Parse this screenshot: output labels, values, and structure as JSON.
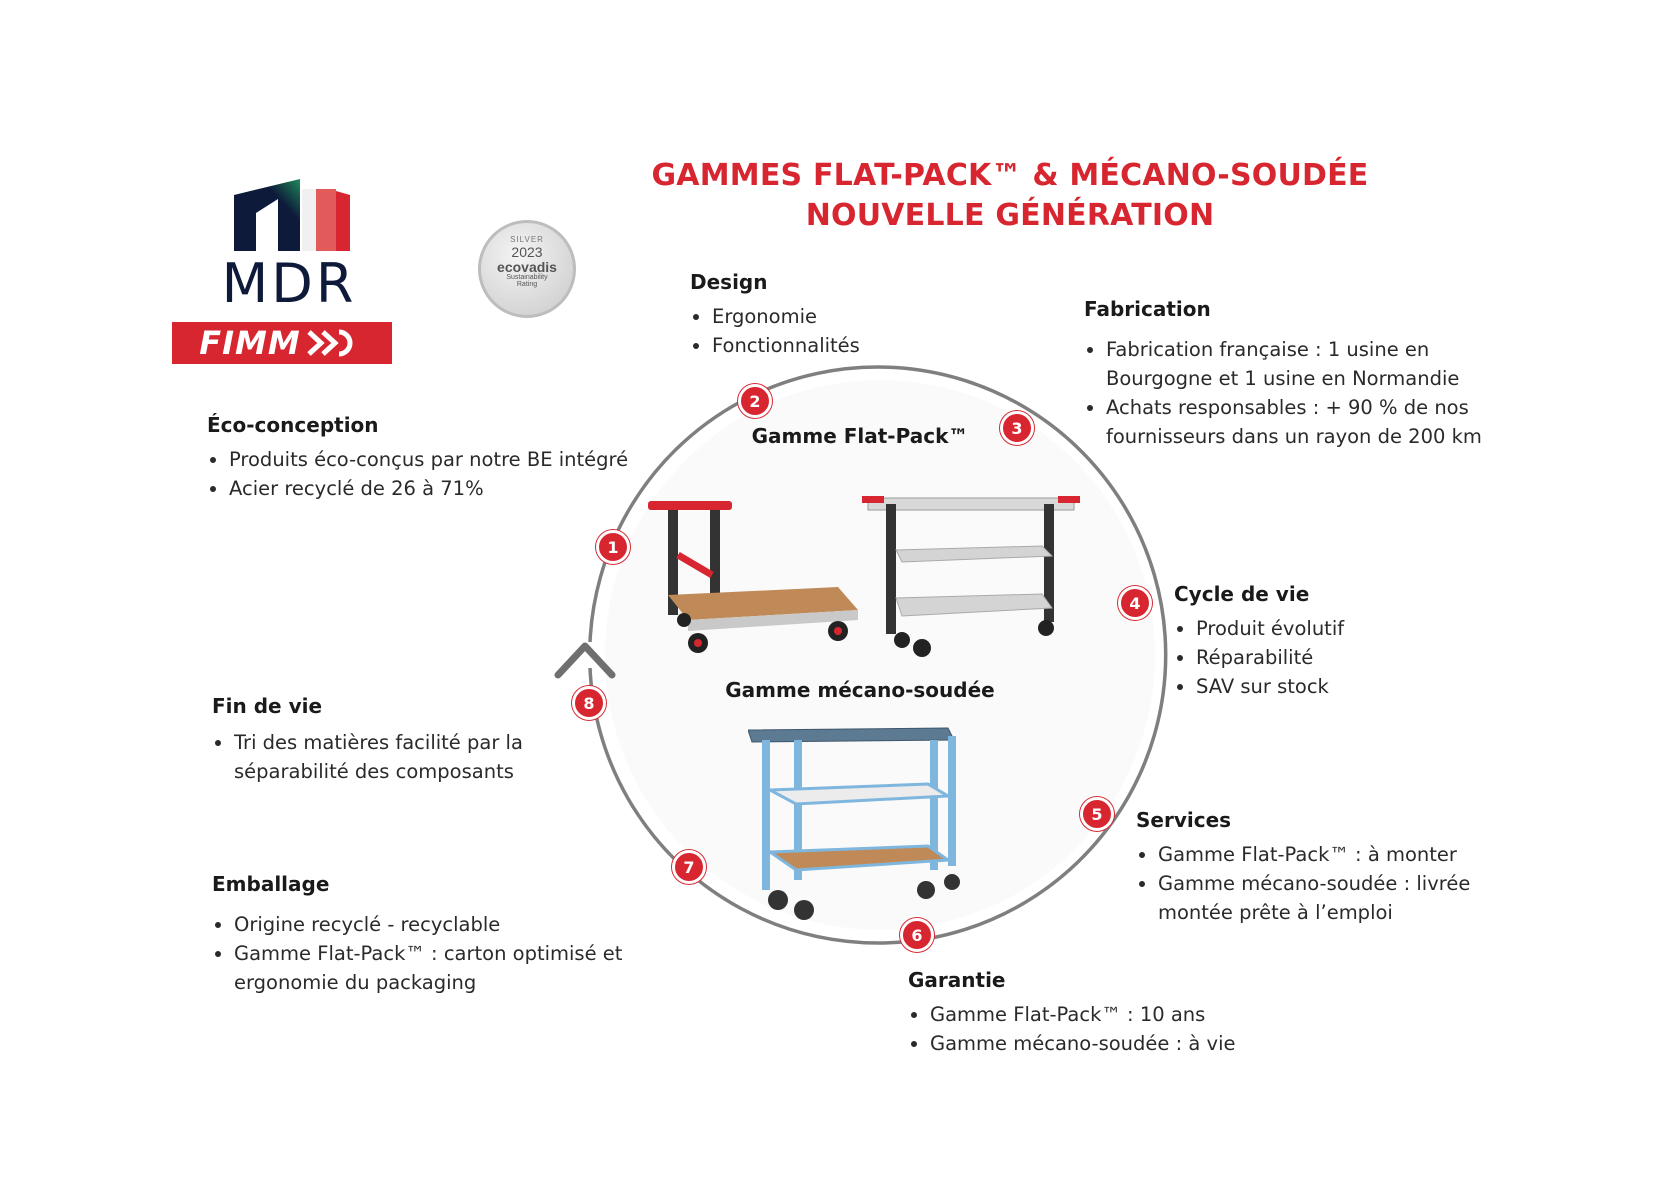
{
  "logo": {
    "brand": "MDR",
    "sub": "FIMM"
  },
  "badge": {
    "tier": "SILVER",
    "year": "2023",
    "name": "ecovadis",
    "line1": "Sustainability",
    "line2": "Rating"
  },
  "title": {
    "line1": "GAMMES FLAT-PACK™ & MÉCANO-SOUDÉE",
    "line2": "NOUVELLE GÉNÉRATION"
  },
  "gamme_flat": "Gamme Flat-Pack™",
  "gamme_meca": "Gamme mécano-soudée",
  "steps": [
    "1",
    "2",
    "3",
    "4",
    "5",
    "6",
    "7",
    "8"
  ],
  "sections": {
    "design": {
      "title": "Design",
      "items": [
        "Ergonomie",
        "Fonctionnalités"
      ]
    },
    "fabrication": {
      "title": "Fabrication",
      "items": [
        "Fabrication française : 1 usine en Bourgogne et 1 usine en Normandie",
        "Achats responsables : + 90 % de nos fournisseurs dans un rayon de 200 km"
      ]
    },
    "eco": {
      "title": "Éco-conception",
      "items": [
        "Produits éco-conçus par notre BE intégré",
        "Acier recyclé de 26 à 71%"
      ]
    },
    "cycle": {
      "title": "Cycle de vie",
      "items": [
        "Produit évolutif",
        "Réparabilité",
        "SAV sur stock"
      ]
    },
    "fin": {
      "title": "Fin de vie",
      "items": [
        "Tri des matières facilité par la séparabilité des composants"
      ]
    },
    "services": {
      "title": "Services",
      "items": [
        "Gamme Flat-Pack™ : à monter",
        "Gamme mécano-soudée : livrée montée prête à l’emploi"
      ]
    },
    "emballage": {
      "title": "Emballage",
      "items": [
        "Origine recyclé - recyclable",
        "Gamme Flat-Pack™ : carton optimisé et ergonomie du packaging"
      ]
    },
    "garantie": {
      "title": "Garantie",
      "items": [
        "Gamme Flat-Pack™ : 10 ans",
        "Gamme mécano-soudée : à vie"
      ]
    }
  },
  "colors": {
    "accent": "#d72630",
    "navy": "#0e1a3a",
    "circle": "#808080",
    "blue_cart": "#7fb6de"
  }
}
